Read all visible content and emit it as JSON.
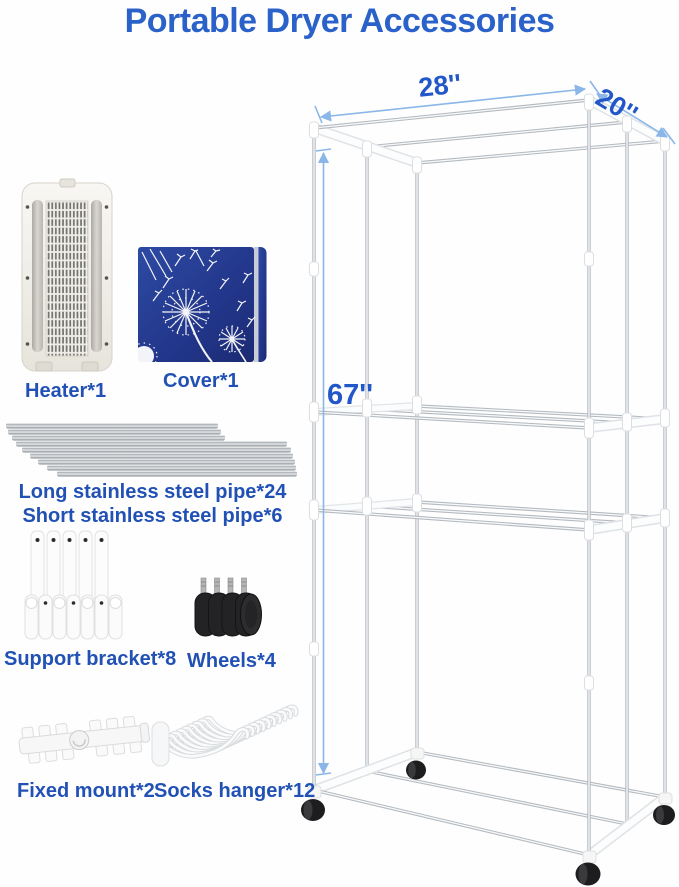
{
  "header": {
    "title": "Portable Dryer Accessories"
  },
  "rack": {
    "width_label": "28''",
    "depth_label": "20''",
    "height_label": "67''"
  },
  "parts": [
    {
      "name": "heater",
      "label": "Heater*1"
    },
    {
      "name": "cover",
      "label": "Cover*1"
    },
    {
      "name": "long_pipe",
      "label": "Long stainless steel pipe*24"
    },
    {
      "name": "short_pipe",
      "label": "Short stainless steel pipe*6"
    },
    {
      "name": "support_bracket",
      "label": "Support bracket*8"
    },
    {
      "name": "wheels",
      "label": "Wheels*4"
    },
    {
      "name": "fixed_mount",
      "label": "Fixed mount*2"
    },
    {
      "name": "socks_hanger",
      "label": "Socks hanger*12"
    }
  ],
  "colors": {
    "title_blue": "#2a62c9",
    "label_blue": "#2251b5",
    "dim_text_blue": "#2257c9",
    "dim_line_blue": "#8ab6e8",
    "cover_navy": "#22368a",
    "pipe_gray": "#9aa0a4",
    "wheel_black": "#1d1d1f"
  }
}
